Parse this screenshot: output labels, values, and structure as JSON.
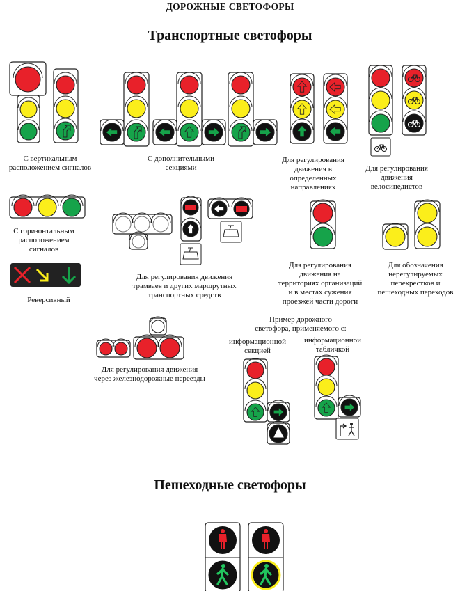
{
  "page": {
    "title": "ДОРОЖНЫЕ СВЕТОФОРЫ",
    "section_transport": "Транспортные светофоры",
    "section_pedestrian": "Пешеходные светофоры"
  },
  "captions": {
    "vertical": [
      "С вертикальным",
      "расположением сигналов"
    ],
    "additional": [
      "С дополнительными",
      "секциями"
    ],
    "directions": [
      "Для регулирования",
      "движения в",
      "определенных",
      "направлениях"
    ],
    "bicycles": [
      "Для регулирования",
      "движения",
      "велосипедистов"
    ],
    "horizontal": [
      "С горизонтальным",
      "расположением",
      "сигналов"
    ],
    "reversible": [
      "Реверсивный"
    ],
    "tram": [
      "Для регулирования движения",
      "трамваев и других маршрутных",
      "транспортных средств"
    ],
    "territory": [
      "Для регулирования",
      "движения на",
      "территориях организаций",
      "и в местах сужения",
      "проезжей части дороги"
    ],
    "unregulated": [
      "Для обозначения",
      "нерегулируемых",
      "перекрестков и",
      "пешеходных переходов"
    ],
    "railway": [
      "Для регулирования движения",
      "через железнодорожные переезды"
    ],
    "example": [
      "Пример дорожного",
      "светофора, применяемого с:"
    ],
    "info_section": [
      "информационной",
      "секцией"
    ],
    "info_plate": [
      "информационной",
      "табличкой"
    ]
  },
  "colors": {
    "red": "#e8212a",
    "yellow": "#fbee1b",
    "green": "#16a34a",
    "black": "#111111",
    "housing": "#ffffff"
  }
}
